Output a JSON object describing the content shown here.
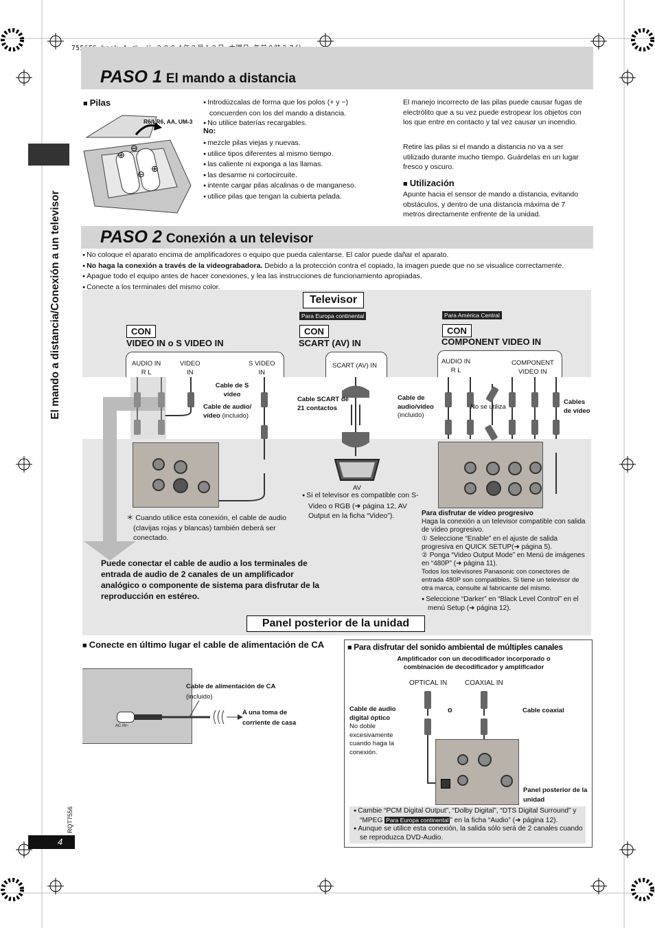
{
  "print_header": "7556ES.book  4 ページ  ２００４年２月１２日  木曜日  午前９時３７分",
  "side_title": "El mando a distancia/Conexión a un televisor",
  "page_number": "4",
  "doc_code": "RQT7556",
  "paso1": {
    "word": "PASO 1",
    "title": "El mando a distancia",
    "pilas_heading": "Pilas",
    "battery_label": "R6/LR6, AA, UM-3",
    "bullets": [
      "Introdúzcalas de forma que los polos (+ y −) concuerden con los del mando a distancia.",
      "No utilice baterías recargables."
    ],
    "no_label": "No:",
    "no_bullets": [
      "mezcle pilas viejas y nuevas.",
      "utilice tipos diferentes al mismo tiempo.",
      "las caliente ni exponga a las llamas.",
      "las desarme ni cortocircuite.",
      "intente cargar pilas alcalinas o de manganeso.",
      "utilice pilas que tengan la cubierta pelada."
    ],
    "warning1": "El manejo incorrecto de las pilas puede causar fugas de electrólito que a su vez puede estropear los objetos con los que entre en contacto y tal vez causar un incendio.",
    "warning2": "Retire las pilas si el mando a distancia no va a ser utilizado durante mucho tiempo. Guárdelas en un lugar fresco y oscuro.",
    "utilizacion_heading": "Utilización",
    "utilizacion_text": "Apunte hacia el sensor de mando a distancia, evitando obstáculos, y dentro de una distancia máxima de 7 metros directamente enfrente de la unidad."
  },
  "paso2": {
    "word": "PASO 2",
    "title": "Conexión a un televisor",
    "bullets": [
      "No coloque el aparato encima de amplificadores o equipo que pueda calentarse. El calor puede dañar el aparato.",
      "Apague todo el equipo antes de hacer conexiones, y lea las instrucciones de funcionamiento apropiadas.",
      "Conecte a los terminales del mismo color."
    ],
    "bullet2_bold": "No haga la conexión a través de la videograbadora.",
    "bullet2_rest": " Debido a la protección contra el copiado, la imagen puede que no se visualice correctamente."
  },
  "diagram": {
    "tv_label": "Televisor",
    "con": "CON",
    "col1_title": "VIDEO IN o S VIDEO IN",
    "col2_tag": "Para Europa continental",
    "col2_title": "SCART (AV) IN",
    "col3_tag": "Para América Central",
    "col3_title": "COMPONENT VIDEO IN",
    "tv1_audio": "AUDIO IN",
    "tv1_rl": "R      L",
    "tv1_video": "VIDEO",
    "tv1_video_in": "IN",
    "tv1_svideo": "S VIDEO",
    "tv1_svideo_in": "IN",
    "tv2_scart": "SCART (AV) IN",
    "tv3_audio": "AUDIO IN",
    "tv3_rl": "R      L",
    "tv3_comp": "COMPONENT",
    "tv3_comp2": "VIDEO IN",
    "cable_svideo": "Cable de S vídeo",
    "cable_av_bold": "Cable de audio/ vídeo",
    "incluido": "(incluido)",
    "cable_scart": "Cable SCART de 21 contactos",
    "cable_av3_bold": "Cable de audio/vídeo",
    "no_se_utiliza": "No se utiliza",
    "cables_video": "Cables de vídeo",
    "av_label": "AV",
    "footnote": "Cuando utilice esta conexión, el cable de audio (clavijas rojas y blancas) también deberá ser conectado.",
    "scart_note": "Si el televisor es compatible con S-Video o RGB (➜ página 12, AV Output en la ficha “Video”).",
    "stereo_note": "Puede conectar el cable de audio a los terminales de entrada de audio de 2 canales de un amplificador analógico o componente de sistema para disfrutar de la reproducción en estéreo.",
    "prog_title": "Para disfrutar de vídeo progresivo",
    "prog_text1": "Haga la conexión a un televisor compatible con salida de vídeo progresivo.",
    "prog_step1": "① Seleccione “Enable” en el ajuste de salida progresiva en QUICK SETUP(➜ página 5).",
    "prog_step2": "② Ponga “Video Output Mode” en Menú de imágenes en “480P” (➜ página 11).",
    "prog_text2": "Todos los televisores Panasonic con conectores de entrada 480P son compatibles. Si tiene un televisor de otra marca, consulte al fabricante del mismo.",
    "prog_bullet": "Seleccione “Darker” en “Black Level Control” en el menú Setup (➜ página 12).",
    "panel_label": "Panel posterior de la unidad"
  },
  "ac": {
    "heading": "Conecte en último lugar el cable de alimentación de CA",
    "cable_bold": "Cable de alimentación de CA",
    "incluido": "(incluido)",
    "outlet": "A una toma de corriente de casa",
    "ac_in": "AC IN~"
  },
  "surround": {
    "heading": "Para disfrutar del sonido ambiental de múltiples canales",
    "sub": "Amplificador con un decodificador incorporado o combinación de decodificador y amplificador",
    "optical_in": "OPTICAL IN",
    "coaxial_in": "COAXIAL IN",
    "optical_cable_bold": "Cable de audio digital óptico",
    "optical_cable_text": "No doble excesivamente cuando haga la conexión.",
    "o": "o",
    "coax_cable": "Cable coaxial",
    "panel_label": "Panel posterior de la unidad",
    "bullet1_pre": "Cambie “PCM Digital Output”, “Dolby Digital”, “DTS Digital Surround” y “MPEG",
    "bullet1_tag": "Para Europa continental",
    "bullet1_post": "” en la ficha “Audio” (➜ página 12).",
    "bullet2": "Aunque se utilice esta conexión, la salida sólo será de 2 canales cuando se reproduzca DVD-Audio."
  }
}
